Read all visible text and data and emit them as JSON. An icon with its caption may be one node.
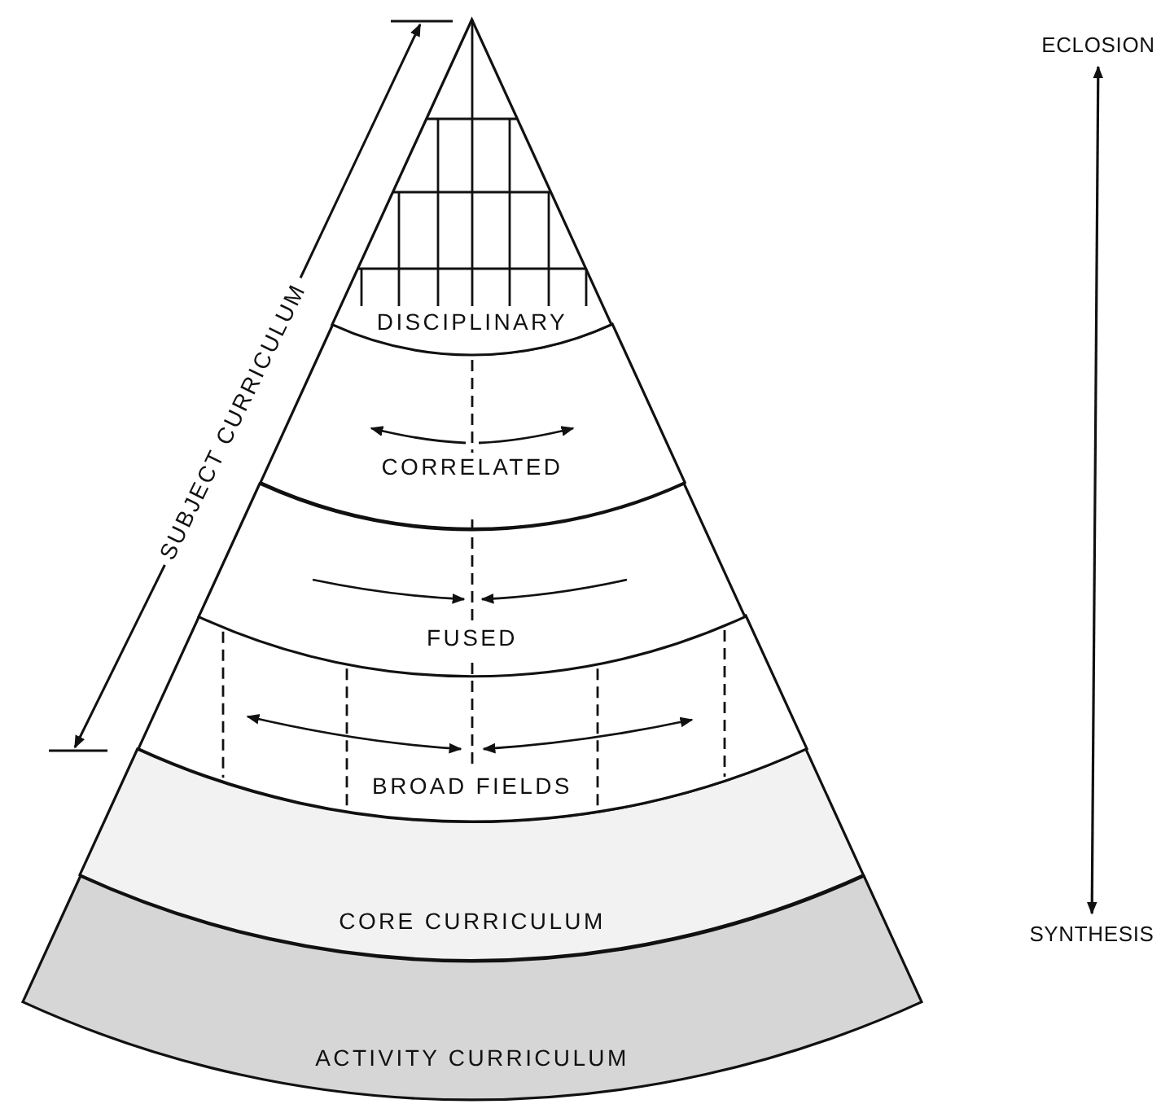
{
  "diagram": {
    "nodes": [
      {
        "text": [
          "DISCIPLINARY"
        ]
      },
      {
        "text": [
          "CORRELATED"
        ]
      },
      {
        "text": [
          "FUSED"
        ]
      },
      {
        "text": [
          "BROAD FIELDS"
        ]
      },
      {
        "text": [
          "CORE CURRICULUM"
        ]
      },
      {
        "text": [
          "ACTIVITY CURRICULUM"
        ]
      },
      {
        "text": [
          "ECLOSION"
        ]
      },
      {
        "text": [
          "SYNTHESIS"
        ]
      }
    ],
    "edges": [
      {
        "from": 6,
        "to": 7,
        "arrow": "both"
      }
    ],
    "labels": [
      "SUBJECT CURRICULUM"
    ]
  }
}
